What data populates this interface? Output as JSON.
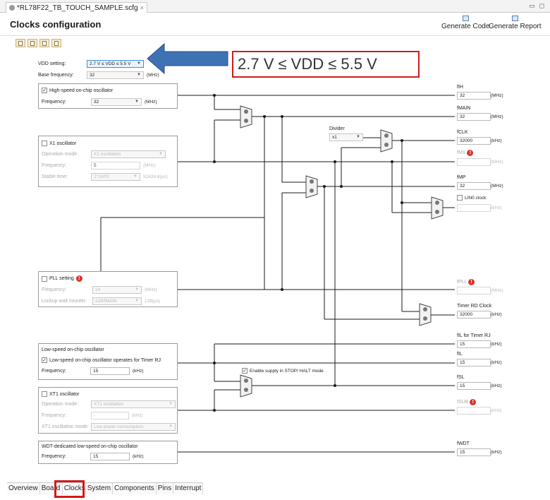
{
  "file_tab": {
    "title": "*RL78F22_TB_TOUCH_SAMPLE.scfg",
    "close": "×"
  },
  "window_controls": {
    "minimize": "▭",
    "maximize": "◻"
  },
  "page_title": "Clocks configuration",
  "header_buttons": {
    "generate_code": "Generate Code",
    "generate_report": "Generate Report"
  },
  "vdd": {
    "label": "VDD setting:",
    "value": "2.7 V ≤ VDD ≤ 5.5 V"
  },
  "base_freq": {
    "label": "Base frequency:",
    "value": "32",
    "unit": "(MHz)"
  },
  "callout_text": "2.7 V ≤ VDD ≤ 5.5 V",
  "hoco": {
    "title": "High-speed on-chip oscillator",
    "checked": "✓",
    "freq_label": "Frequency:",
    "freq_value": "32",
    "unit": "(MHz)"
  },
  "x1": {
    "title": "X1 oscillator",
    "mode_label": "Operation mode:",
    "mode_value": "X1 oscillation",
    "freq_label": "Frequency:",
    "freq_value": "5",
    "freq_unit": "(MHz)",
    "stable_label": "Stable time:",
    "stable_value": "2^18/fX",
    "stable_unit": "52428.8(μs)"
  },
  "divider": {
    "label": "Divider",
    "value": "x1"
  },
  "pll": {
    "title": "PLL setting",
    "freq_label": "Frequency:",
    "freq_value": "24",
    "freq_unit": "(MHz)",
    "lock_label": "Lockup wait counter:",
    "lock_value": "128/fMAIN",
    "lock_unit": "128(μs)"
  },
  "loco": {
    "title": "Low-speed on-chip oscillator",
    "check_label": "Low-speed on-chip oscillator operates for Timer RJ",
    "checked": "✓",
    "freq_label": "Frequency:",
    "freq_value": "15",
    "unit": "(kHz)"
  },
  "stop_halt": {
    "label": "Enable supply in STOP/ HALT mode",
    "checked": "✓"
  },
  "xt1": {
    "title": "XT1 oscillator",
    "mode_label": "Operation mode:",
    "mode_value": "XT1 oscillation",
    "freq_label": "Frequency:",
    "freq_value": "-",
    "freq_unit": "(kHz)",
    "xt1mode_label": "XT1 oscillation mode:",
    "xt1mode_value": "Low power consumption"
  },
  "wdt": {
    "title": "WDT-dedicated low-speed on-chip oscillator",
    "freq_label": "Frequency:",
    "freq_value": "15",
    "unit": "(kHz)"
  },
  "outputs": {
    "fih": {
      "label": "fIH",
      "value": "32",
      "unit": "(MHz)"
    },
    "fmain": {
      "label": "fMAIN",
      "value": "32",
      "unit": "(MHz)"
    },
    "fclk": {
      "label": "fCLK",
      "value": "32000",
      "unit": "(kHz)"
    },
    "fmx": {
      "label": "fMX",
      "value": "-",
      "unit": "(MHz)"
    },
    "fmp": {
      "label": "fMP",
      "value": "32",
      "unit": "(MHz)"
    },
    "lin0": {
      "label": "LIN0 clock",
      "value": "-",
      "unit": "(kHz)"
    },
    "fpll": {
      "label": "fPLL",
      "value": "-",
      "unit": "(MHz)"
    },
    "timer_rd": {
      "label": "Timer RD Clock",
      "value": "32000",
      "unit": "(kHz)"
    },
    "fil_rj": {
      "label": "fIL for Timer RJ",
      "value": "15",
      "unit": "(kHz)"
    },
    "fil": {
      "label": "fIL",
      "value": "15",
      "unit": "(kHz)"
    },
    "fsl": {
      "label": "fSL",
      "value": "15",
      "unit": "(kHz)"
    },
    "fsub": {
      "label": "fSUB",
      "value": "-",
      "unit": "(kHz)"
    },
    "fwdt": {
      "label": "fWDT",
      "value": "15",
      "unit": "(kHz)"
    }
  },
  "warn_symbol": "!",
  "bottom_tabs": [
    "Overview",
    "Board",
    "Clocks",
    "System",
    "Components",
    "Pins",
    "Interrupt"
  ],
  "colors": {
    "highlight_red": "#d11a1a",
    "arrow_blue": "#3f72b5",
    "wire": "#1a1a1a"
  }
}
